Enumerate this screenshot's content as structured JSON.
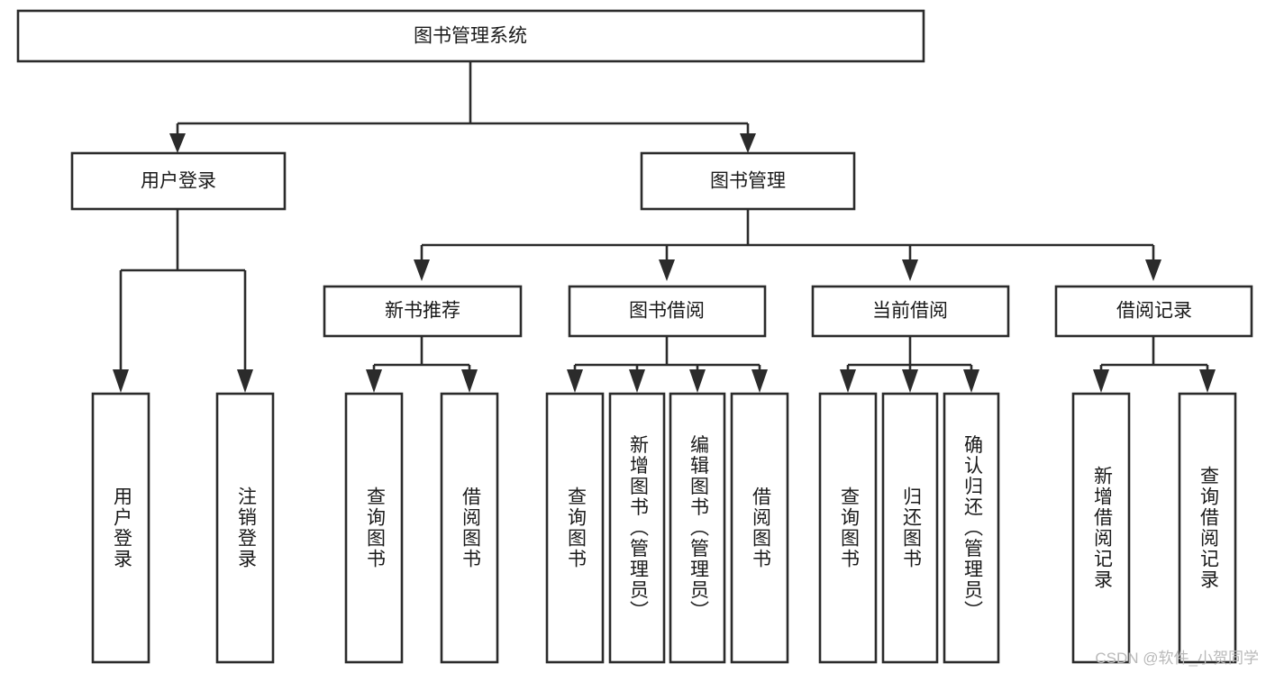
{
  "diagram": {
    "type": "hierarchy-tree",
    "title": "图书管理系统",
    "watermark": "CSDN @软件_小贺同学",
    "levels": [
      {
        "level": 1,
        "nodes": [
          {
            "id": "root",
            "label": "图书管理系统",
            "orientation": "horizontal"
          }
        ]
      },
      {
        "level": 2,
        "nodes": [
          {
            "id": "login",
            "label": "用户登录",
            "orientation": "horizontal",
            "parent": "root"
          },
          {
            "id": "bookmgmt",
            "label": "图书管理",
            "orientation": "horizontal",
            "parent": "root"
          }
        ]
      },
      {
        "level": 3,
        "nodes": [
          {
            "id": "newbook",
            "label": "新书推荐",
            "orientation": "horizontal",
            "parent": "bookmgmt"
          },
          {
            "id": "borrow",
            "label": "图书借阅",
            "orientation": "horizontal",
            "parent": "bookmgmt"
          },
          {
            "id": "current",
            "label": "当前借阅",
            "orientation": "horizontal",
            "parent": "bookmgmt"
          },
          {
            "id": "records",
            "label": "借阅记录",
            "orientation": "horizontal",
            "parent": "bookmgmt"
          }
        ]
      },
      {
        "level": 4,
        "nodes": [
          {
            "id": "leaf1",
            "label": "用户登录",
            "orientation": "vertical",
            "parent": "login"
          },
          {
            "id": "leaf2",
            "label": "注销登录",
            "orientation": "vertical",
            "parent": "login"
          },
          {
            "id": "leaf3",
            "label": "查询图书",
            "orientation": "vertical",
            "parent": "newbook"
          },
          {
            "id": "leaf4",
            "label": "借阅图书",
            "orientation": "vertical",
            "parent": "newbook"
          },
          {
            "id": "leaf5",
            "label": "查询图书",
            "orientation": "vertical",
            "parent": "borrow"
          },
          {
            "id": "leaf6",
            "label": "新增图书（管理员）",
            "orientation": "vertical",
            "parent": "borrow"
          },
          {
            "id": "leaf7",
            "label": "编辑图书（管理员）",
            "orientation": "vertical",
            "parent": "borrow"
          },
          {
            "id": "leaf8",
            "label": "借阅图书",
            "orientation": "vertical",
            "parent": "borrow"
          },
          {
            "id": "leaf9",
            "label": "查询图书",
            "orientation": "vertical",
            "parent": "current"
          },
          {
            "id": "leaf10",
            "label": "归还图书",
            "orientation": "vertical",
            "parent": "current"
          },
          {
            "id": "leaf11",
            "label": "确认归还（管理员）",
            "orientation": "vertical",
            "parent": "current"
          },
          {
            "id": "leaf12",
            "label": "新增借阅记录",
            "orientation": "vertical",
            "parent": "records"
          },
          {
            "id": "leaf13",
            "label": "查询借阅记录",
            "orientation": "vertical",
            "parent": "records"
          }
        ]
      }
    ],
    "colors": {
      "box_fill": "#ffffff",
      "box_stroke": "#2b2b2b",
      "text": "#1a1a1a",
      "background": "#ffffff",
      "watermark": "#b9b9b9"
    }
  }
}
